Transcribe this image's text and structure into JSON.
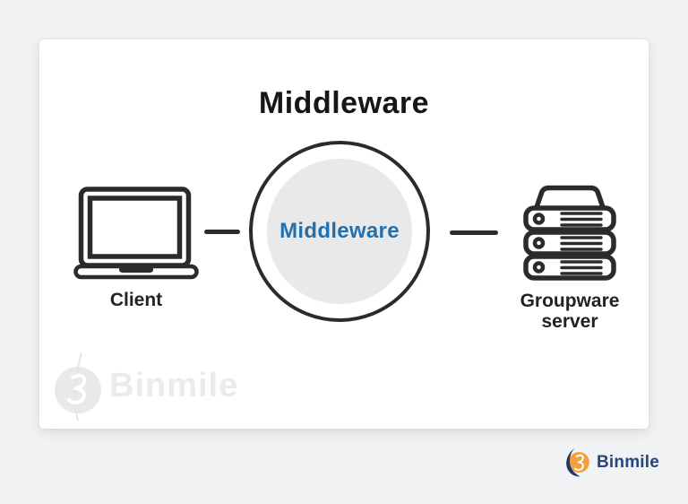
{
  "card": {
    "title": "Middleware"
  },
  "diagram": {
    "client": {
      "label": "Client",
      "icon": "laptop-icon"
    },
    "middleware": {
      "label": "Middleware",
      "label_color": "#2470AD"
    },
    "server": {
      "label_line1": "Groupware",
      "label_line2": "server",
      "icon": "server-stack-icon"
    }
  },
  "watermark": {
    "label": "Binmile",
    "icon": "binmile-sphere-icon"
  },
  "brand": {
    "label": "Binmile",
    "icon": "binmile-sphere-icon"
  },
  "colors": {
    "page_background": "#F1F2F4",
    "card_background": "#FFFFFF",
    "icon_stroke": "#2B2B2B",
    "accent_blue": "#2470AD",
    "inner_circle_fill": "#E9E9E9",
    "brand_navy": "#27447C",
    "brand_orange": "#F0A03C",
    "watermark_gray": "#EBEBEB"
  }
}
